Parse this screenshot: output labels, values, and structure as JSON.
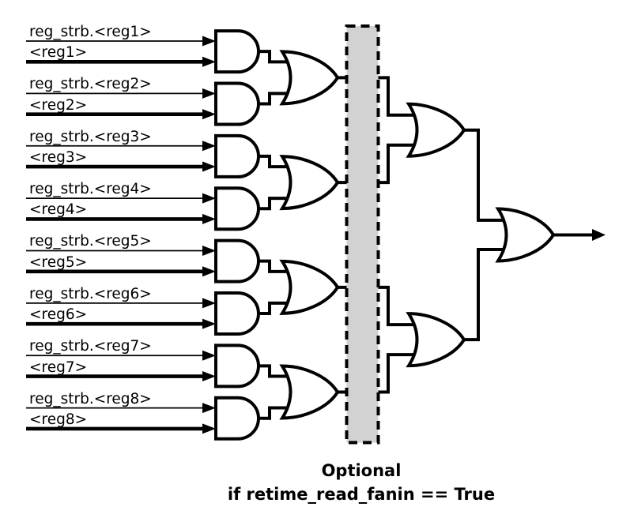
{
  "diagram": {
    "box_fill": "#d2d2d2",
    "line_color": "#000000",
    "caption_line1": "Optional",
    "caption_line2": "if retime_read_fanin == True",
    "inputs": [
      {
        "strobe": "reg_strb.<reg1>",
        "value": "<reg1>"
      },
      {
        "strobe": "reg_strb.<reg2>",
        "value": "<reg2>"
      },
      {
        "strobe": "reg_strb.<reg3>",
        "value": "<reg3>"
      },
      {
        "strobe": "reg_strb.<reg4>",
        "value": "<reg4>"
      },
      {
        "strobe": "reg_strb.<reg5>",
        "value": "<reg5>"
      },
      {
        "strobe": "reg_strb.<reg6>",
        "value": "<reg6>"
      },
      {
        "strobe": "reg_strb.<reg7>",
        "value": "<reg7>"
      },
      {
        "strobe": "reg_strb.<reg8>",
        "value": "<reg8>"
      }
    ]
  }
}
